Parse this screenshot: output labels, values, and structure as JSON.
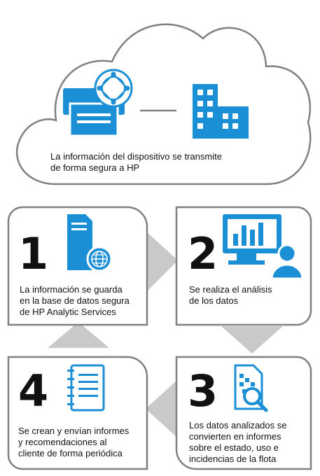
{
  "cloud": {
    "caption_lines": [
      "La información del dispositivo se transmite",
      "de forma segura a HP"
    ]
  },
  "steps": [
    {
      "number": "1",
      "icon": "server-globe-icon",
      "caption_lines": [
        "La información se guarda",
        "en la base de datos segura",
        "de HP Analytic Services"
      ]
    },
    {
      "number": "2",
      "icon": "monitor-chart-user-icon",
      "caption_lines": [
        "Se realiza el análisis",
        "de los datos"
      ]
    },
    {
      "number": "3",
      "icon": "document-magnifier-icon",
      "caption_lines": [
        "Los datos analizados se",
        "convierten en informes",
        "sobre el estado, uso e",
        "incidencias de la flota"
      ]
    },
    {
      "number": "4",
      "icon": "notebook-icon",
      "caption_lines": [
        "Se crean y envían informes",
        "y recomendaciones al",
        "cliente de forma periódica"
      ]
    }
  ],
  "colors": {
    "accent_blue": "#1b8fd6",
    "outline_gray": "#808080",
    "arrow_gray": "#c8c9cb",
    "text": "#111111"
  }
}
